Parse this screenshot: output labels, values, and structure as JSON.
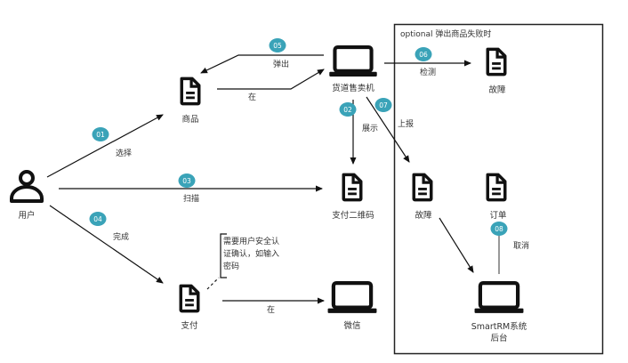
{
  "colors": {
    "badge": "#3aa3b8",
    "stroke": "#111111",
    "text": "#333333"
  },
  "frame": {
    "title": "optional 弹出商品失败时"
  },
  "nodes": {
    "user": {
      "label": "用户",
      "icon": "user-icon"
    },
    "goods": {
      "label": "商品",
      "icon": "document-icon"
    },
    "vending": {
      "label": "货道售卖机",
      "icon": "laptop-icon"
    },
    "qrcode": {
      "label": "支付二维码",
      "icon": "document-icon"
    },
    "pay": {
      "label": "支付",
      "icon": "document-icon"
    },
    "wechat": {
      "label": "微信",
      "icon": "laptop-icon"
    },
    "fault_top": {
      "label": "故障",
      "icon": "document-icon"
    },
    "fault_mid": {
      "label": "故障",
      "icon": "document-icon"
    },
    "order": {
      "label": "订单",
      "icon": "document-icon"
    },
    "smartrm": {
      "label_line1": "SmartRM系统",
      "label_line2": "后台",
      "icon": "laptop-icon"
    }
  },
  "edges": {
    "e01": {
      "badge": "01",
      "label": "选择"
    },
    "e02": {
      "badge": "02",
      "label": "展示"
    },
    "e03": {
      "badge": "03",
      "label": "扫描"
    },
    "e04": {
      "badge": "04",
      "label": "完成"
    },
    "e05": {
      "badge": "05",
      "label": "弹出"
    },
    "e06": {
      "badge": "06",
      "label": "检测"
    },
    "e07": {
      "badge": "07",
      "label": "上报"
    },
    "e08": {
      "badge": "08",
      "label": "取消"
    },
    "goods_to_vending": {
      "label": "在"
    },
    "pay_to_wechat": {
      "label": "在"
    }
  },
  "annotation": {
    "line1": "需要用户安全认",
    "line2": "证确认，如输入",
    "line3": "密码"
  }
}
